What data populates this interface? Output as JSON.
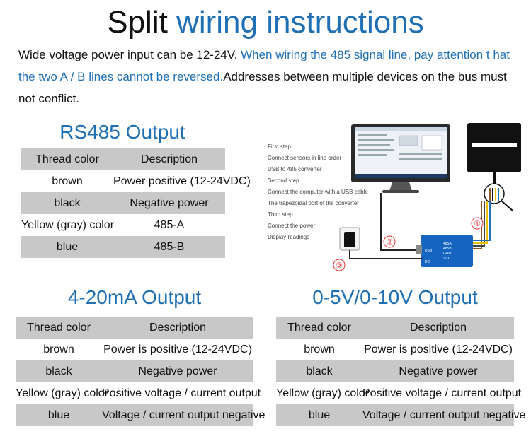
{
  "header": {
    "title_part1": "Split",
    "title_part2": "wiring instructions"
  },
  "intro": {
    "text1": "Wide voltage power input can be 12-24V. ",
    "text2": "When wiring the 485 signal line, pay attention t hat the two A / B lines cannot be reversed.",
    "text3": "Addresses between multiple devices on the bus must not conflict."
  },
  "rs485": {
    "title": "RS485 Output",
    "headers": [
      "Thread color",
      "Description"
    ],
    "rows": [
      [
        "brown",
        "Power positive (12-24VDC)"
      ],
      [
        "black",
        "Negative power"
      ],
      [
        "Yellow (gray) color",
        "485-A"
      ],
      [
        "blue",
        "485-B"
      ]
    ]
  },
  "ma": {
    "title": "4-20mA Output",
    "headers": [
      "Thread color",
      "Description"
    ],
    "rows": [
      [
        "brown",
        "Power is positive (12-24VDC)"
      ],
      [
        "black",
        "Negative power"
      ],
      [
        "Yellow (gray) color",
        "Positive voltage / current output"
      ],
      [
        "blue",
        "Voltage / current output negative"
      ]
    ]
  },
  "volt": {
    "title": "0-5V/0-10V Output",
    "headers": [
      "Thread color",
      "Description"
    ],
    "rows": [
      [
        "brown",
        "Power is positive (12-24VDC)"
      ],
      [
        "black",
        "Negative power"
      ],
      [
        "Yellow (gray) color",
        "Positive voltage / current output"
      ],
      [
        "blue",
        "Voltage / current output negative"
      ]
    ]
  },
  "diagram": {
    "steps": [
      "First step",
      "Connect sensors in line order",
      "USB to 485 converter",
      "Second step",
      "Connect the computer with a USB cable",
      "The trapezoidal port of the converter",
      "Third step",
      "Connect the power",
      "Display readings"
    ],
    "markers": [
      "①",
      "②",
      "③"
    ],
    "converter_labels": [
      "485A",
      "485B",
      "GND",
      "VCC"
    ],
    "converter_usb": "USB",
    "converter_dc": "DC",
    "colors": {
      "red": "#e53935",
      "blue_accent": "#1f6fb5",
      "module": "#1565c0"
    }
  }
}
